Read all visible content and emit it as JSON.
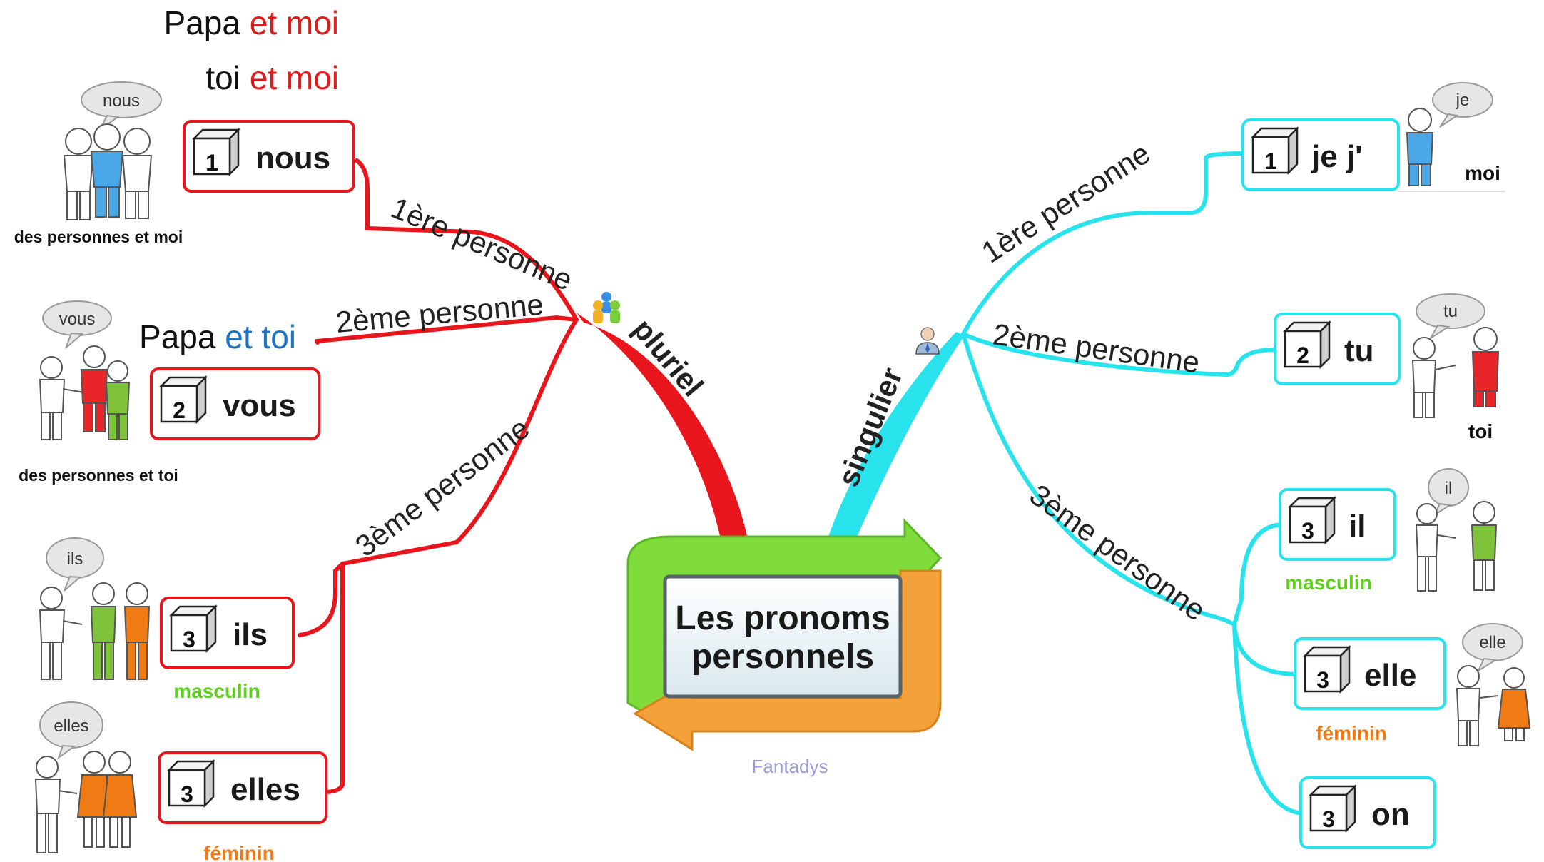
{
  "center": {
    "line1": "Les pronoms",
    "line2": "personnels",
    "credit": "Fantadys"
  },
  "branches": {
    "plural": "pluriel",
    "singular": "singulier"
  },
  "plural": {
    "p1": {
      "label": "1ère personne",
      "num": "1",
      "pronoun": "nous",
      "bubble": "nous",
      "caption": "des personnes et moi",
      "examples": [
        {
          "a": "Papa",
          "b": "et moi"
        },
        {
          "a": "toi",
          "b": "et moi"
        }
      ]
    },
    "p2": {
      "label": "2ème personne",
      "num": "2",
      "pronoun": "vous",
      "bubble": "vous",
      "caption": "des personnes et toi",
      "example": {
        "a": "Papa",
        "b": "et toi"
      }
    },
    "p3": {
      "label": "3ème personne",
      "ils": {
        "num": "3",
        "pronoun": "ils",
        "bubble": "ils",
        "gender": "masculin"
      },
      "elles": {
        "num": "3",
        "pronoun": "elles",
        "bubble": "elles",
        "gender": "féminin"
      }
    }
  },
  "singular": {
    "p1": {
      "label": "1ère personne",
      "num": "1",
      "pronoun": "je j'",
      "bubble": "je",
      "caption": "moi"
    },
    "p2": {
      "label": "2ème personne",
      "num": "2",
      "pronoun": "tu",
      "bubble": "tu",
      "caption": "toi"
    },
    "p3": {
      "label": "3ème personne",
      "il": {
        "num": "3",
        "pronoun": "il",
        "bubble": "il",
        "gender": "masculin"
      },
      "elle": {
        "num": "3",
        "pronoun": "elle",
        "bubble": "elle",
        "gender": "féminin"
      },
      "on": {
        "num": "3",
        "pronoun": "on"
      }
    }
  },
  "colors": {
    "plural": "#e8161c",
    "singular": "#29e3ec",
    "masculin": "#5fd11d",
    "feminin": "#f07a14",
    "arrow_green": "#7fdc3a",
    "arrow_orange": "#f3a13a"
  },
  "icons": {
    "plural": "group-people-icon",
    "singular": "single-person-icon"
  }
}
